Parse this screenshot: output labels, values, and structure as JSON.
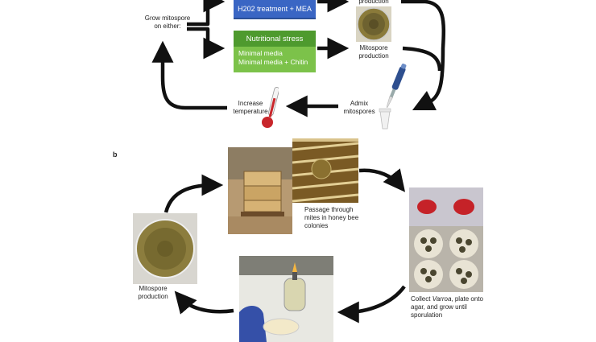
{
  "panel_a": {
    "grow_label": "Grow mitospore\non either:",
    "blue_box": "H202 treatment + MEA",
    "green_head": "Nutritional stress",
    "green_body": [
      "Minimal media",
      "Minimal media + Chitin"
    ],
    "top_right_label": "production",
    "mitospore_label": "Mitospore\nproduction",
    "admix_label": "Admix\nmitospores",
    "temp_label": "Increase\ntemperature"
  },
  "panel_b": {
    "letter": "b",
    "passage_label": "Passage through\nmites in honey bee\ncolonies",
    "collect_label_pre": "Collect ",
    "collect_label_italic": "Varroa",
    "collect_label_post": ", plate onto\nagar, and grow until\nsporulation",
    "mitospore_label": "Mitospore\nproduction"
  },
  "colors": {
    "blue_box": "#3a66c4",
    "green_head": "#4e9a2e",
    "green_body": "#7cc24a",
    "arrow": "#111111",
    "thermometer_red": "#c8262b"
  }
}
